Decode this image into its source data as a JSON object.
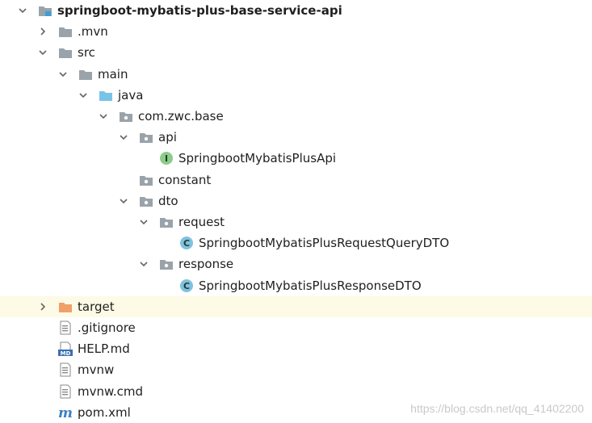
{
  "colors": {
    "folder": "#9aa3aa",
    "source_folder": "#79c4e6",
    "excluded_folder": "#f0a06a",
    "class_icon": "#7fc2e0",
    "interface_icon": "#8ccc8a",
    "maven_icon": "#3a7fc4",
    "row_highlight": "#fdfbe6",
    "arrow": "#666666"
  },
  "tree": [
    {
      "label": "springboot-mybatis-plus-base-service-api",
      "depth": 0,
      "expander": "expanded",
      "icon": "module-folder-icon",
      "bold": true
    },
    {
      "label": ".mvn",
      "depth": 1,
      "expander": "collapsed",
      "icon": "folder-icon"
    },
    {
      "label": "src",
      "depth": 1,
      "expander": "expanded",
      "icon": "folder-icon"
    },
    {
      "label": "main",
      "depth": 2,
      "expander": "expanded",
      "icon": "folder-icon"
    },
    {
      "label": "java",
      "depth": 3,
      "expander": "expanded",
      "icon": "source-folder-icon"
    },
    {
      "label": "com.zwc.base",
      "depth": 4,
      "expander": "expanded",
      "icon": "package-icon"
    },
    {
      "label": "api",
      "depth": 5,
      "expander": "expanded",
      "icon": "package-icon"
    },
    {
      "label": "SpringbootMybatisPlusApi",
      "depth": 6,
      "expander": "none",
      "icon": "interface-icon",
      "glyph": "I"
    },
    {
      "label": "constant",
      "depth": 5,
      "expander": "none",
      "icon": "package-icon"
    },
    {
      "label": "dto",
      "depth": 5,
      "expander": "expanded",
      "icon": "package-icon"
    },
    {
      "label": "request",
      "depth": 6,
      "expander": "expanded",
      "icon": "package-icon"
    },
    {
      "label": "SpringbootMybatisPlusRequestQueryDTO",
      "depth": 7,
      "expander": "none",
      "icon": "class-icon",
      "glyph": "C"
    },
    {
      "label": "response",
      "depth": 6,
      "expander": "expanded",
      "icon": "package-icon"
    },
    {
      "label": "SpringbootMybatisPlusResponseDTO",
      "depth": 7,
      "expander": "none",
      "icon": "class-icon",
      "glyph": "C"
    },
    {
      "label": "target",
      "depth": 1,
      "expander": "collapsed",
      "icon": "excluded-folder-icon",
      "highlighted": true
    },
    {
      "label": ".gitignore",
      "depth": 1,
      "expander": "none",
      "icon": "text-file-icon"
    },
    {
      "label": "HELP.md",
      "depth": 1,
      "expander": "none",
      "icon": "markdown-file-icon",
      "glyph": "MD"
    },
    {
      "label": "mvnw",
      "depth": 1,
      "expander": "none",
      "icon": "text-file-icon"
    },
    {
      "label": "mvnw.cmd",
      "depth": 1,
      "expander": "none",
      "icon": "text-file-icon"
    },
    {
      "label": "pom.xml",
      "depth": 1,
      "expander": "none",
      "icon": "maven-file-icon",
      "glyph": "m"
    }
  ],
  "watermark": "https://blog.csdn.net/qq_41402200"
}
